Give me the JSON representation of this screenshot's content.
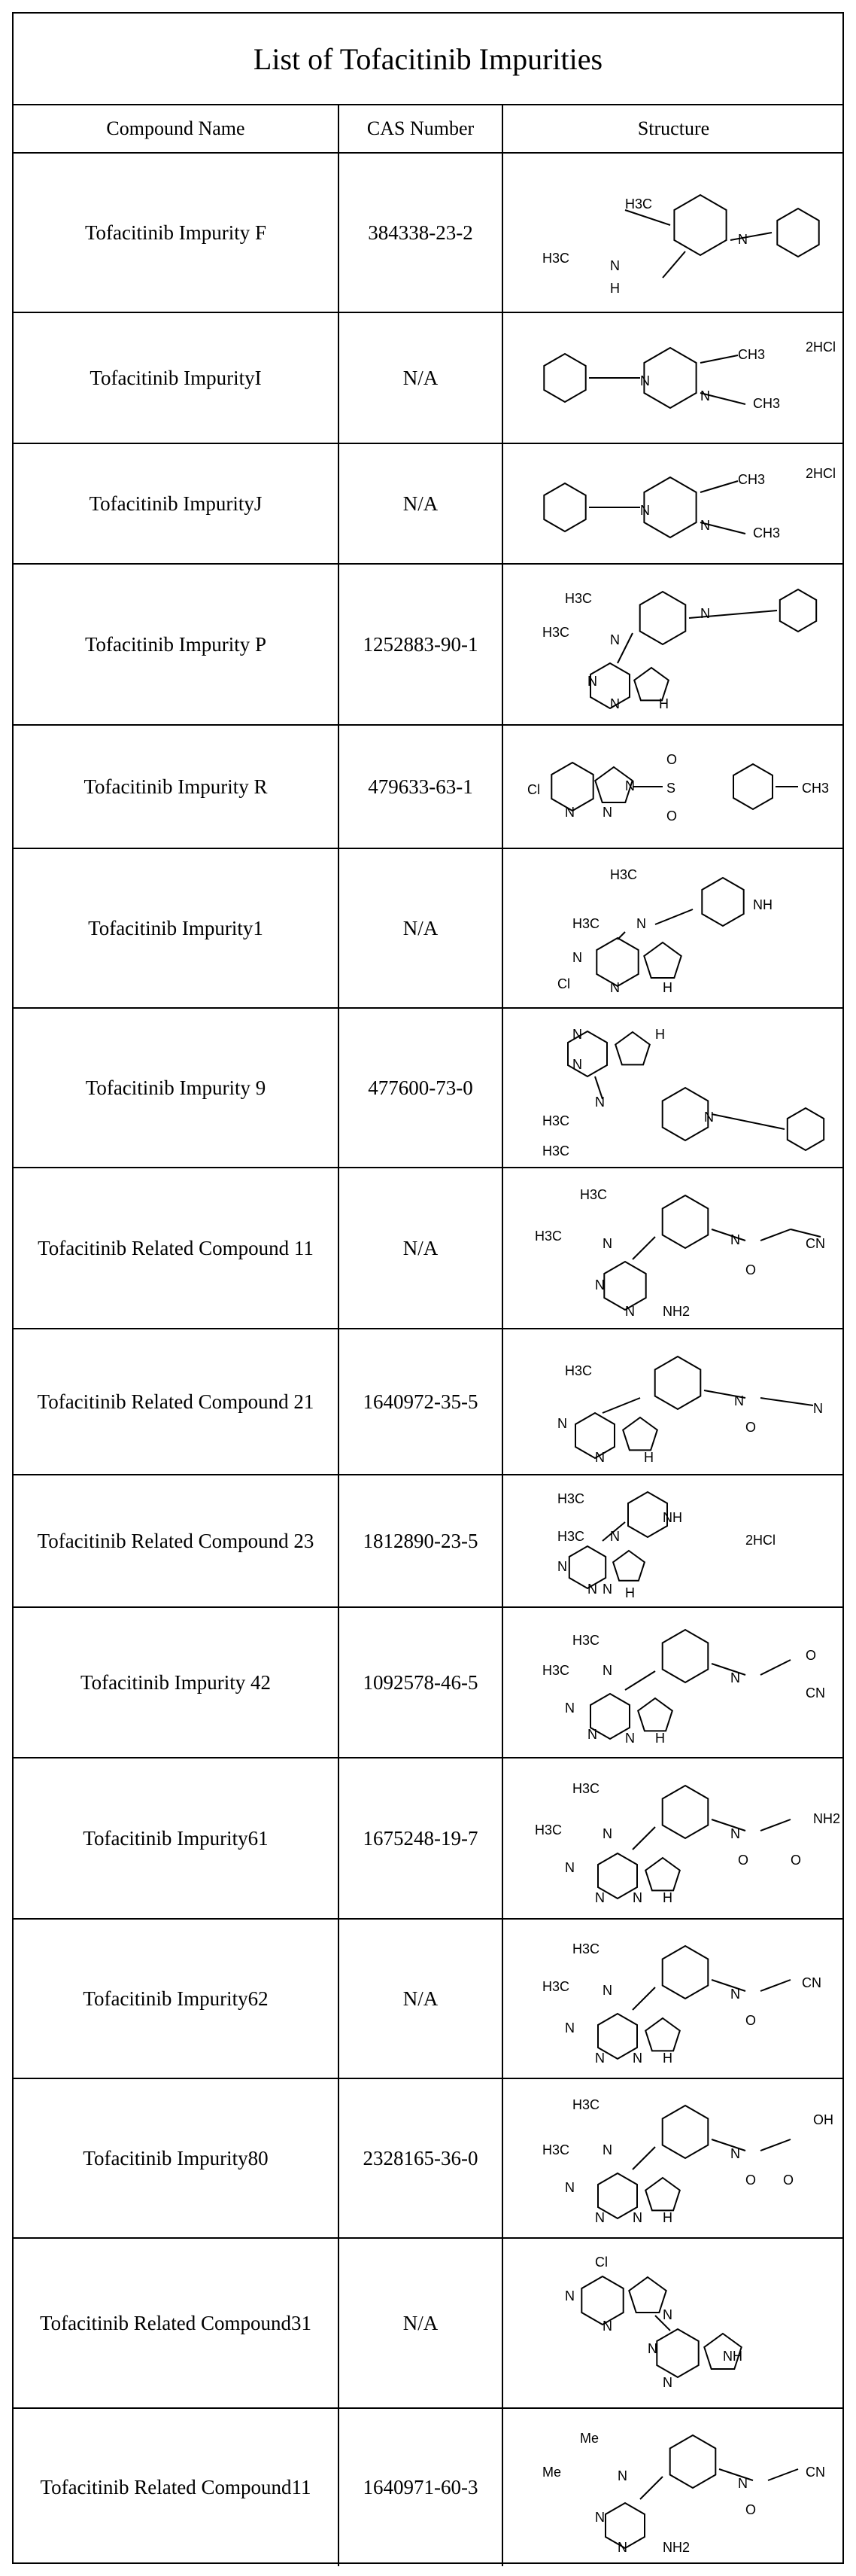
{
  "title": "List of  Tofacitinib Impurities",
  "headers": {
    "name": "Compound Name",
    "cas": "CAS Number",
    "structure": "Structure"
  },
  "rows": [
    {
      "name": "Tofacitinib Impurity F",
      "cas": "384338-23-2",
      "labels": [
        "H3C",
        "H3C",
        "N",
        "H",
        "N"
      ]
    },
    {
      "name": "Tofacitinib ImpurityI",
      "cas": "N/A",
      "labels": [
        "CH3",
        "2HCl",
        "N",
        "N",
        "CH3"
      ]
    },
    {
      "name": "Tofacitinib ImpurityJ",
      "cas": "N/A",
      "labels": [
        "CH3",
        "2HCl",
        "N",
        "N",
        "CH3"
      ]
    },
    {
      "name": "Tofacitinib Impurity P",
      "cas": "1252883-90-1",
      "labels": [
        "H3C",
        "H3C",
        "N",
        "N",
        "N",
        "N",
        "H"
      ]
    },
    {
      "name": "Tofacitinib Impurity R",
      "cas": "479633-63-1",
      "labels": [
        "Cl",
        "N",
        "N",
        "N",
        "S",
        "O",
        "O",
        "CH3"
      ]
    },
    {
      "name": "Tofacitinib Impurity1",
      "cas": "N/A",
      "labels": [
        "H3C",
        "H3C",
        "N",
        "NH",
        "N",
        "N",
        "Cl",
        "H"
      ]
    },
    {
      "name": "Tofacitinib Impurity 9",
      "cas": "477600-73-0",
      "labels": [
        "N",
        "N",
        "H",
        "N",
        "H3C",
        "H3C",
        "N"
      ]
    },
    {
      "name": "Tofacitinib Related Compound 11",
      "cas": "N/A",
      "labels": [
        "H3C",
        "H3C",
        "N",
        "N",
        "O",
        "CN",
        "N",
        "N",
        "NH2"
      ]
    },
    {
      "name": "Tofacitinib Related Compound 21",
      "cas": "1640972-35-5",
      "labels": [
        "H3C",
        "N",
        "O",
        "N",
        "N",
        "N",
        "H"
      ]
    },
    {
      "name": "Tofacitinib Related Compound 23",
      "cas": "1812890-23-5",
      "labels": [
        "H3C",
        "H3C",
        "N",
        "NH",
        "2HCl",
        "N",
        "N",
        "N",
        "H"
      ]
    },
    {
      "name": "Tofacitinib Impurity 42",
      "cas": "1092578-46-5",
      "labels": [
        "H3C",
        "H3C",
        "N",
        "N",
        "O",
        "CN",
        "N",
        "N",
        "N",
        "H"
      ]
    },
    {
      "name": "Tofacitinib Impurity61",
      "cas": "1675248-19-7",
      "labels": [
        "H3C",
        "H3C",
        "N",
        "N",
        "O",
        "O",
        "NH2",
        "N",
        "N",
        "N",
        "H"
      ]
    },
    {
      "name": "Tofacitinib Impurity62",
      "cas": "N/A",
      "labels": [
        "H3C",
        "H3C",
        "N",
        "N",
        "O",
        "CN",
        "N",
        "N",
        "N",
        "H"
      ]
    },
    {
      "name": "Tofacitinib Impurity80",
      "cas": "2328165-36-0",
      "labels": [
        "H3C",
        "H3C",
        "N",
        "N",
        "O",
        "O",
        "OH",
        "N",
        "N",
        "N",
        "H"
      ]
    },
    {
      "name": "Tofacitinib Related Compound31",
      "cas": "N/A",
      "labels": [
        "Cl",
        "N",
        "N",
        "N",
        "N",
        "N",
        "NH"
      ]
    },
    {
      "name": "Tofacitinib Related Compound11",
      "cas": "1640971-60-3",
      "labels": [
        "Me",
        "Me",
        "N",
        "N",
        "O",
        "CN",
        "N",
        "N",
        "NH2"
      ]
    }
  ]
}
